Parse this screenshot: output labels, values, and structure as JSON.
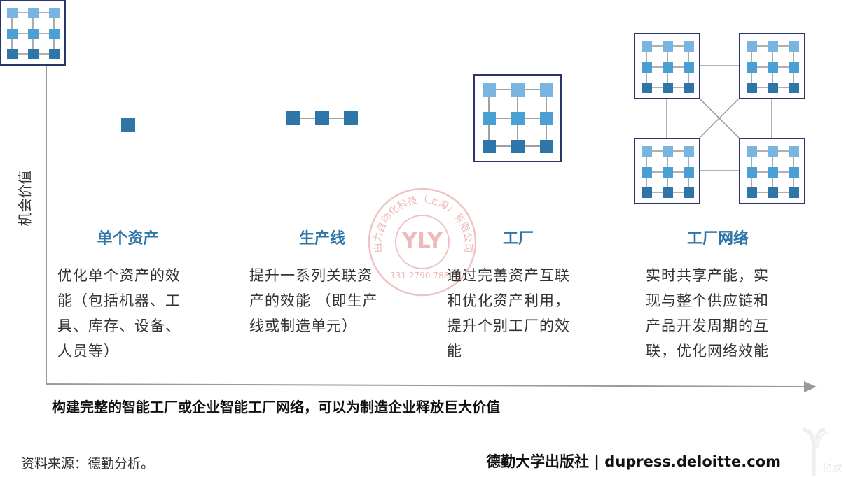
{
  "axes": {
    "y_label": "机会价值",
    "x_arrow": "right",
    "y_arrow": "up"
  },
  "colors": {
    "axis": "#9a9a9a",
    "square_dark": "#2e75a8",
    "square_mid": "#4a9fd4",
    "square_light": "#79b5e0",
    "frame": "#2b3567",
    "title_blue": "#2e75a8",
    "connector": "#808080"
  },
  "stages": [
    {
      "title": "单个资产",
      "description_lines": [
        "优化单个资产的效",
        "能（包括机器、工",
        "具、库存、设备、",
        "人员等）"
      ],
      "icon": "single-asset-icon"
    },
    {
      "title": "生产线",
      "description_lines": [
        "提升一系列关联资",
        "产的效能 （即生产",
        "线或制造单元）"
      ],
      "icon": "production-line-icon"
    },
    {
      "title": "工厂",
      "description_lines": [
        "通过完善资产互联",
        "和优化资产利用，",
        "提升个别工厂的效",
        "能"
      ],
      "icon": "factory-grid-icon"
    },
    {
      "title": "工厂网络",
      "description_lines": [
        "实时共享产能，实",
        "现与整个供应链和",
        "产品开发周期的互",
        "联，优化网络效能"
      ],
      "icon": "factory-network-icon"
    }
  ],
  "conclusion": "构建完整的智能工厂或企业智能工厂网络，可以为制造企业释放巨大价值",
  "footer": {
    "source": "资料来源：德勤分析。",
    "publisher": "德勤大学出版社 | dupress.deloitte.com"
  },
  "watermarks": {
    "stamp_text": "由力自动化科技（上海）有限公司",
    "stamp_number": "131 2790 7882",
    "stamp_logo": "YLY",
    "corner_text": "亿欧"
  }
}
